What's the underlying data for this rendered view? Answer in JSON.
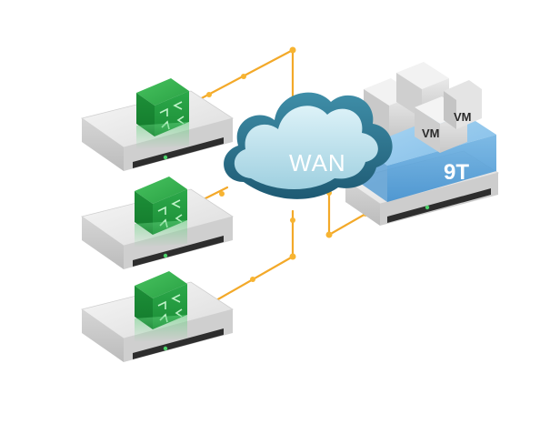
{
  "cloud": {
    "label": "WAN"
  },
  "storage": {
    "capacity_label": "9T",
    "vm_labels": [
      "VM",
      "VM"
    ]
  },
  "colors": {
    "link": "#f3a929",
    "cloud_fill": "#bfe3ee",
    "cloud_edge": "#2a6f8a",
    "appliance_green": "#1e9a3b",
    "server_body": "#e6e6e6",
    "storage_blue": "#5fa8dc"
  },
  "icons": {
    "appliance": "green-cube-icon",
    "cloud": "cloud-icon",
    "server": "server-icon",
    "storage": "storage-array-icon"
  }
}
